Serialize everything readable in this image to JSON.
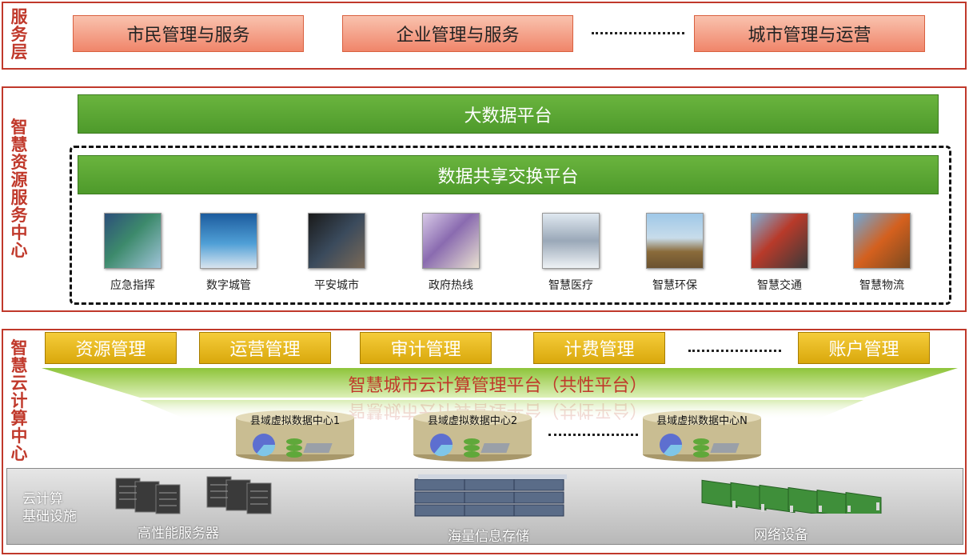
{
  "service_layer": {
    "label": "服务层",
    "items": [
      "市民管理与服务",
      "企业管理与服务",
      "城市管理与运营"
    ]
  },
  "resource_center": {
    "label": "智慧资源服务中心",
    "big_data": "大数据平台",
    "exchange": "数据共享交换平台",
    "apps": [
      "应急指挥",
      "数字城管",
      "平安城市",
      "政府热线",
      "智慧医疗",
      "智慧环保",
      "智慧交通",
      "智慧物流"
    ]
  },
  "cloud_center": {
    "label": "智慧云计算中心",
    "modules": [
      "资源管理",
      "运营管理",
      "审计管理",
      "计费管理",
      "账户管理"
    ],
    "platform": "智慧城市云计算管理平台（共性平台）",
    "vdcs": [
      "县域虚拟数据中心1",
      "县域虚拟数据中心2",
      "县域虚拟数据中心N"
    ],
    "infra_label_1": "云计算",
    "infra_label_2": "基础设施",
    "infra_items": [
      "高性能服务器",
      "海量信息存储",
      "网络设备"
    ]
  },
  "colors": {
    "frame": "#c0392b",
    "green": "#4e9a2b",
    "gold": "#d9a80c",
    "salmon": "#f0856a"
  }
}
